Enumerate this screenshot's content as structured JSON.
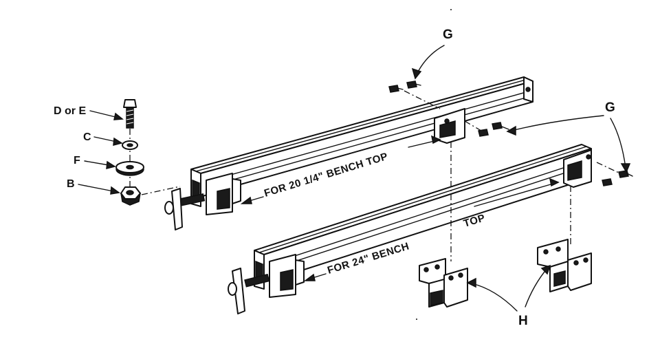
{
  "labels": {
    "d_or_e": "D or E",
    "c": "C",
    "f": "F",
    "b": "B",
    "g_top": "G",
    "g_right": "G",
    "h": "H"
  },
  "bench_text": {
    "upper_rail": "FOR 20 1/4\" BENCH TOP",
    "lower_rail_left": "FOR 24\" BENCH",
    "lower_rail_right": "TOP"
  },
  "colors": {
    "ink": "#111111",
    "paper": "#ffffff"
  }
}
